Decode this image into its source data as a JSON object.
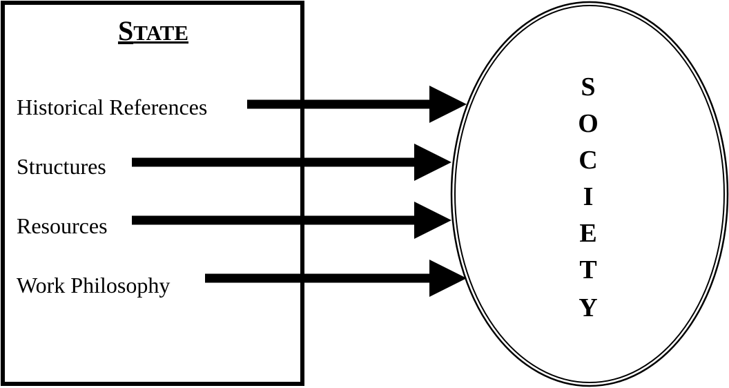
{
  "state": {
    "title": "State"
  },
  "factors": [
    {
      "label": "Historical References"
    },
    {
      "label": "Structures"
    },
    {
      "label": "Resources"
    },
    {
      "label": "Work Philosophy"
    }
  ],
  "society": {
    "letters": [
      "S",
      "O",
      "C",
      "I",
      "E",
      "T",
      "Y"
    ]
  }
}
